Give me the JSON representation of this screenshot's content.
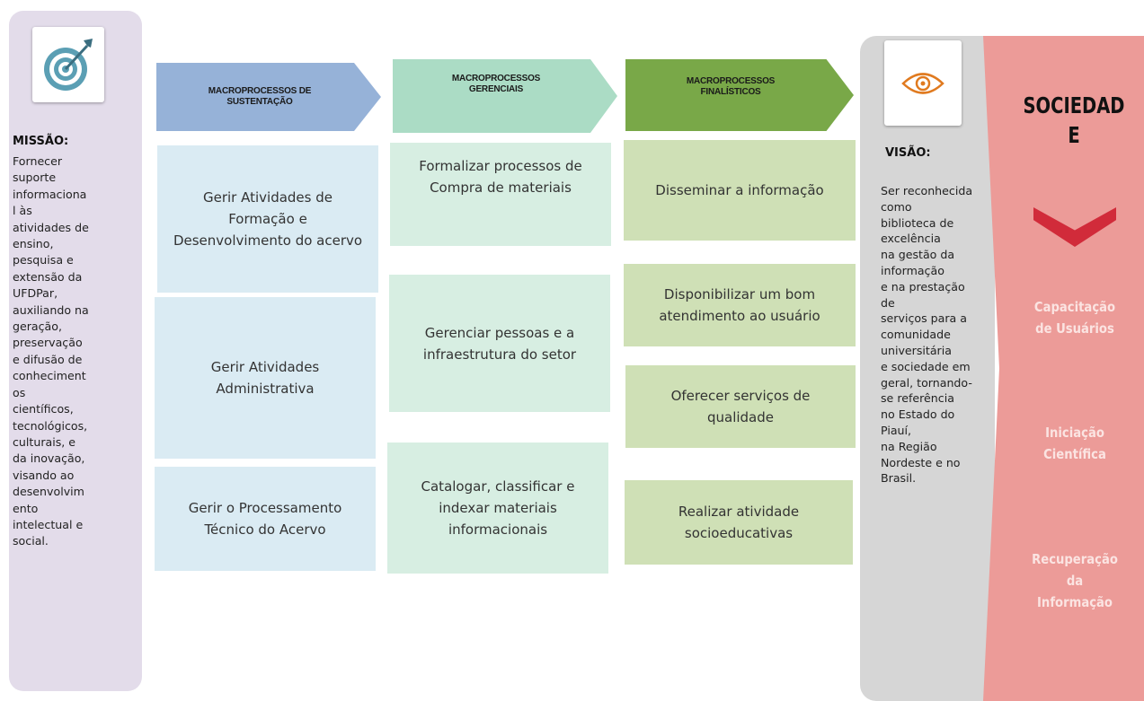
{
  "mission": {
    "title": "MISSÃO:",
    "text": "Fornecer\nsuporte\ninformaciona\nl às\natividades de\nensino,\npesquisa e\nextensão da\nUFDPar,\nauxiliando na\ngeração,\npreservação\ne difusão de\nconheciment\nos\ncientíficos,\ntecnológicos,\nculturais, e\nda inovação,\nvisando ao\ndesenvolvim\nento\nintelectual e\nsocial.",
    "icon": "target-icon"
  },
  "headers": [
    {
      "label": "MACROPROCESSOS DE\nSUSTENTAÇÃO",
      "color": "#96b2d8"
    },
    {
      "label": "MACROPROCESSOS\nGERENCIAIS",
      "color": "#abdcc5"
    },
    {
      "label": "MACROPROCESSOS\nFINALÍSTICOS",
      "color": "#79a848"
    }
  ],
  "sustentacao": [
    "Gerir Atividades de Formação e Desenvolvimento do acervo",
    "Gerir Atividades Administrativa",
    "Gerir o Processamento Técnico do Acervo"
  ],
  "gerenciais": [
    "Formalizar processos de Compra de materiais",
    "Gerenciar pessoas e a infraestrutura do setor",
    "Catalogar, classificar e indexar materiais informacionais"
  ],
  "finalisticos": [
    "Disseminar a informação",
    "Disponibilizar um bom atendimento ao usuário",
    "Oferecer serviços de qualidade",
    "Realizar atividade socioeducativas"
  ],
  "vision": {
    "title": "VISÃO:",
    "text": "Ser reconhecida\ncomo\nbiblioteca de\nexcelência\nna gestão da\n informação\n e na prestação\nde\nserviços para a\ncomunidade\nuniversitária\n e sociedade em\ngeral, tornando-\nse referência\nno Estado do\nPiauí,\n na Região\n Nordeste e no\nBrasil.",
    "icon": "eye-icon"
  },
  "society": {
    "title": "SOCIEDAD\nE",
    "items": [
      "Capacitação\nde Usuários",
      "Iniciação\nCientífica",
      "Recuperação\nda\nInformação"
    ],
    "accent": "#d12b3a"
  }
}
